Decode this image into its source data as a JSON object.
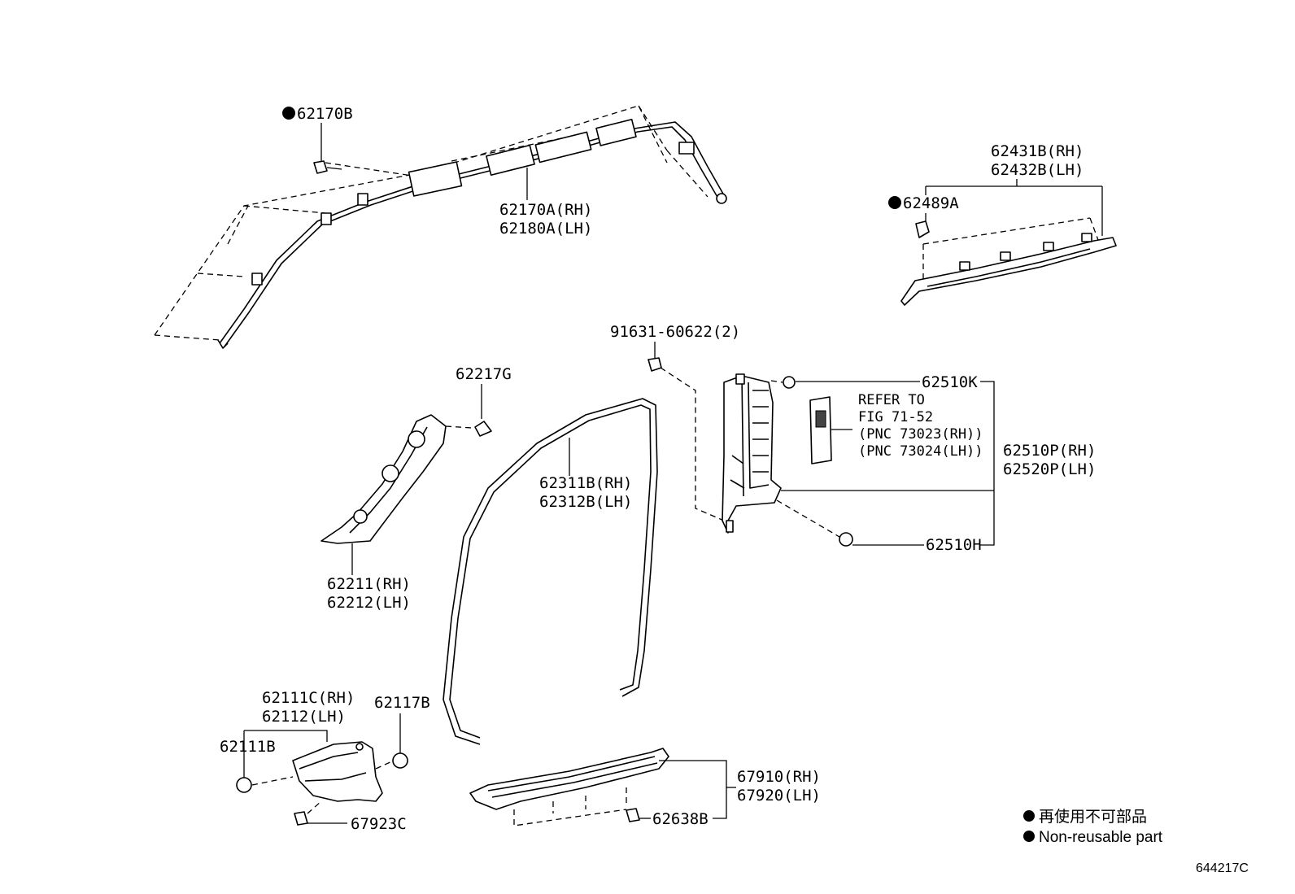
{
  "labels": {
    "p62170B": "62170B",
    "p62170A": "62170A(RH)",
    "p62180A": "62180A(LH)",
    "p62431B": "62431B(RH)",
    "p62432B": "62432B(LH)",
    "p62489A": "62489A",
    "p91631": "91631-60622(2)",
    "p62217G": "62217G",
    "p62510K": "62510K",
    "refer1": "REFER TO",
    "refer2": "FIG 71-52",
    "refer3": "(PNC 73023(RH))",
    "refer4": "(PNC 73024(LH))",
    "p62510P": "62510P(RH)",
    "p62520P": "62520P(LH)",
    "p62311B": "62311B(RH)",
    "p62312B": "62312B(LH)",
    "p62211": "62211(RH)",
    "p62212": "62212(LH)",
    "p62510H": "62510H",
    "p62111C": "62111C(RH)",
    "p62112": "62112(LH)",
    "p62117B": "62117B",
    "p62111B": "62111B",
    "p67923C": "67923C",
    "p67910": "67910(RH)",
    "p67920": "67920(LH)",
    "p62638B": "62638B"
  },
  "legend": {
    "line1": "再使用不可部品",
    "line2": "Non-reusable part"
  },
  "figure_id": "644217C"
}
